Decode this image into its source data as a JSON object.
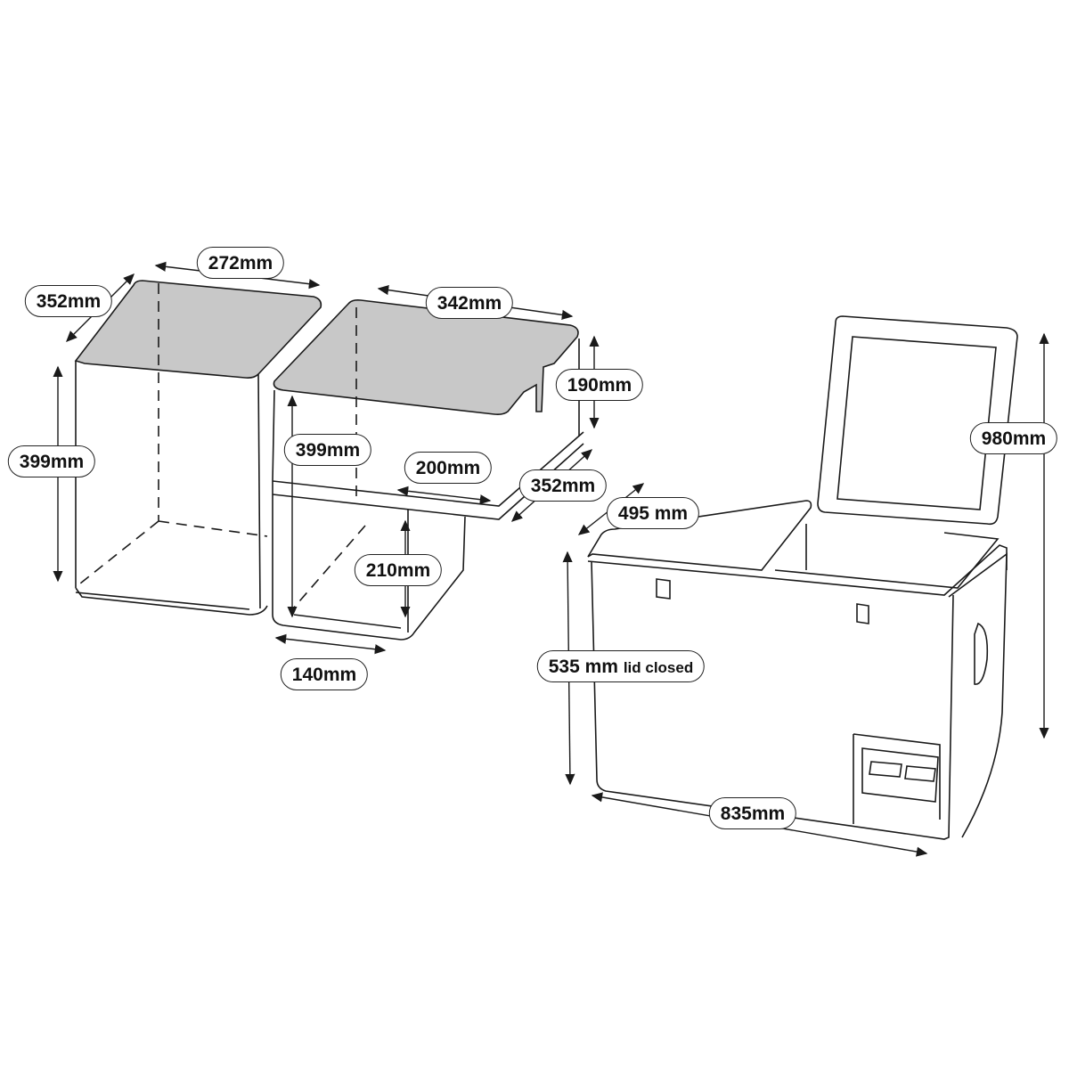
{
  "colors": {
    "lid_fill": "#c8c8c8",
    "line": "#1a1a1a",
    "background": "#ffffff"
  },
  "dimensions": {
    "basket_large_width": "272mm",
    "basket_large_depth": "352mm",
    "basket_large_height": "399mm",
    "basket_small_width": "342mm",
    "basket_small_upper_height": "190mm",
    "basket_small_height": "399mm",
    "basket_small_step_width": "200mm",
    "basket_small_depth": "352mm",
    "basket_small_lower_height": "210mm",
    "basket_small_bottom_width": "140mm",
    "fridge_depth": "495 mm",
    "fridge_height_open": "980mm",
    "fridge_height_closed": "535 mm",
    "fridge_height_closed_note": "lid closed",
    "fridge_width": "835mm"
  }
}
